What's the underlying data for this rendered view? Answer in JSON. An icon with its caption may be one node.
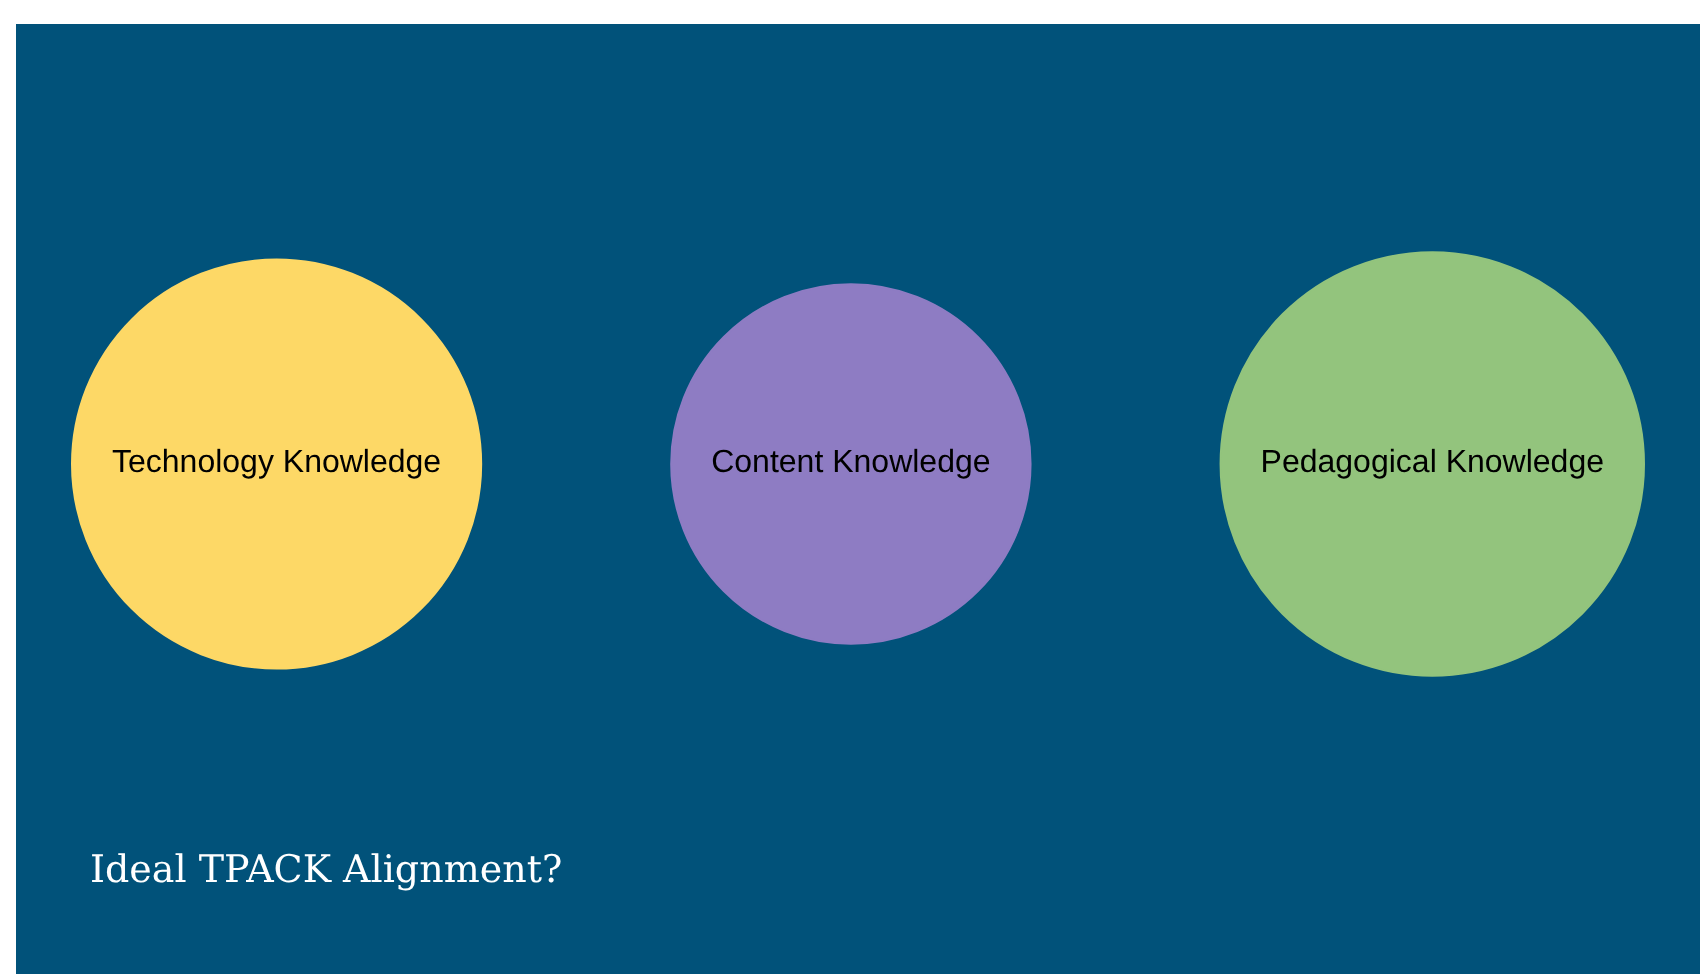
{
  "diagram": {
    "caption": "Ideal TPACK Alignment?",
    "nodes": [
      {
        "text": [
          "Technology Knowledge"
        ]
      },
      {
        "text": [
          "Content Knowledge"
        ]
      },
      {
        "text": [
          "Pedagogical Knowledge"
        ]
      }
    ]
  }
}
